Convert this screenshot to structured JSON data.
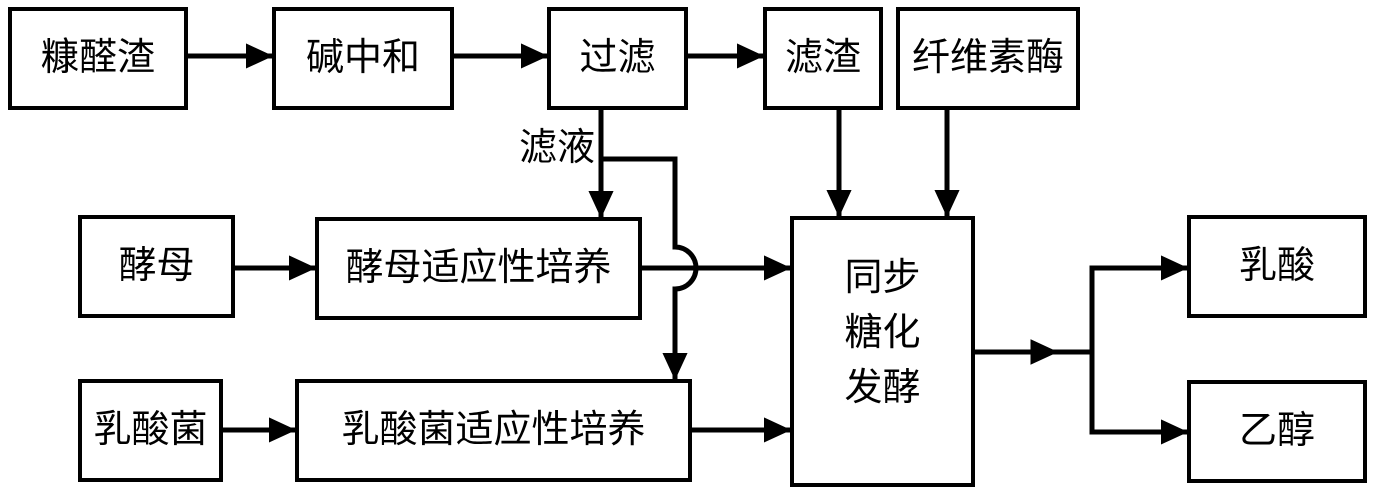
{
  "diagram": {
    "type": "flowchart",
    "colors": {
      "line": "#000000",
      "background": "#ffffff",
      "box_fill": "#ffffff",
      "text": "#000000"
    },
    "nodes": {
      "furfural_residue": {
        "label": "糠醛渣"
      },
      "alkali_neutralization": {
        "label": "碱中和"
      },
      "filtration": {
        "label": "过滤"
      },
      "filter_residue": {
        "label": "滤渣"
      },
      "cellulase": {
        "label": "纤维素酶"
      },
      "yeast": {
        "label": "酵母"
      },
      "yeast_adaptive_culture": {
        "label": "酵母适应性培养"
      },
      "lactic_acid_bacteria": {
        "label": "乳酸菌"
      },
      "lactic_acid_bacteria_adaptive_culture": {
        "label": "乳酸菌适应性培养"
      },
      "simultaneous_saccharification_fermentation": {
        "label": "同步\n糖化\n发酵"
      },
      "lactic_acid": {
        "label": "乳酸"
      },
      "ethanol": {
        "label": "乙醇"
      }
    },
    "edge_labels": {
      "filtrate": "滤液"
    },
    "edges": [
      {
        "from": "糠醛渣",
        "to": "碱中和"
      },
      {
        "from": "碱中和",
        "to": "过滤"
      },
      {
        "from": "过滤",
        "to": "滤渣"
      },
      {
        "from": "过滤",
        "to": "酵母适应性培养",
        "label": "滤液"
      },
      {
        "from": "过滤",
        "to": "乳酸菌适应性培养",
        "label": "滤液"
      },
      {
        "from": "滤渣",
        "to": "同步糖化发酵"
      },
      {
        "from": "纤维素酶",
        "to": "同步糖化发酵"
      },
      {
        "from": "酵母",
        "to": "酵母适应性培养"
      },
      {
        "from": "酵母适应性培养",
        "to": "同步糖化发酵"
      },
      {
        "from": "乳酸菌",
        "to": "乳酸菌适应性培养"
      },
      {
        "from": "乳酸菌适应性培养",
        "to": "同步糖化发酵"
      },
      {
        "from": "同步糖化发酵",
        "to": "乳酸"
      },
      {
        "from": "同步糖化发酵",
        "to": "乙醇"
      }
    ]
  }
}
